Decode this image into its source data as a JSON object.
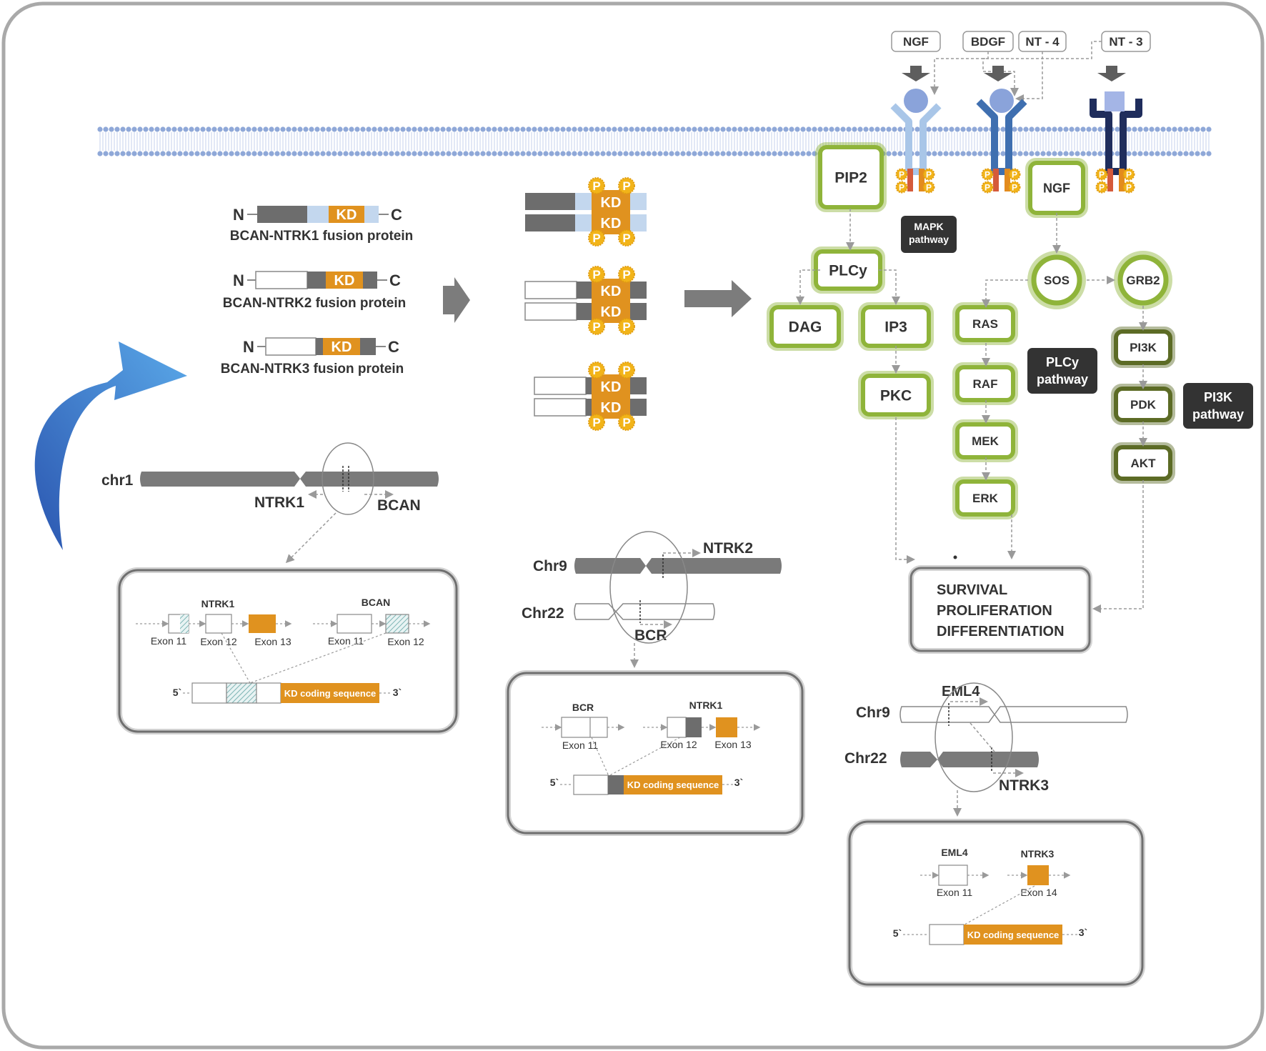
{
  "ligands": [
    "NGF",
    "BDGF",
    "NT - 4",
    "NT - 3"
  ],
  "fusion_proteins": [
    {
      "n": "N",
      "kd": "KD",
      "c": "C",
      "caption": "BCAN-NTRK1 fusion protein"
    },
    {
      "n": "N",
      "kd": "KD",
      "c": "C",
      "caption": "BCAN-NTRK2 fusion protein"
    },
    {
      "n": "N",
      "kd": "KD",
      "c": "C",
      "caption": "BCAN-NTRK3 fusion protein"
    }
  ],
  "dimer_kd": "KD",
  "phospho": "P",
  "pathway": {
    "pip2": "PIP2",
    "plcy": "PLCy",
    "dag": "DAG",
    "ip3": "IP3",
    "pkc": "PKC",
    "ngf": "NGF",
    "sos": "SOS",
    "grb2": "GRB2",
    "ras": "RAS",
    "raf": "RAF",
    "mek": "MEK",
    "erk": "ERK",
    "pi3k": "PI3K",
    "pdk": "PDK",
    "akt": "AKT",
    "mapk_pathway": [
      "MAPK",
      "pathway"
    ],
    "plcy_pathway": [
      "PLCy",
      "pathway"
    ],
    "pi3k_pathway": [
      "PI3K",
      "pathway"
    ],
    "outcome": [
      "SURVIVAL",
      "PROLIFERATION",
      "DIFFERENTIATION"
    ]
  },
  "bcan_ntrk1": {
    "chr": "chr1",
    "gene_left": "NTRK1",
    "gene_right": "BCAN",
    "box_gene_left": "NTRK1",
    "box_gene_right": "BCAN",
    "exons_left": [
      "Exon 11",
      "Exon 12",
      "Exon 13"
    ],
    "exons_right": [
      "Exon 11",
      "Exon 12"
    ],
    "five": "5`",
    "three": "3`",
    "kd_seq": "KD coding sequence"
  },
  "bcr_ntrk2": {
    "chr_top": "Chr9",
    "chr_bottom": "Chr22",
    "gene_top": "NTRK2",
    "gene_bottom": "BCR",
    "box_gene_left": "BCR",
    "box_gene_right": "NTRK1",
    "exon_left": "Exon 11",
    "exons_right": [
      "Exon 12",
      "Exon 13"
    ],
    "five": "5`",
    "three": "3`",
    "kd_seq": "KD coding sequence"
  },
  "eml4_ntrk3": {
    "chr_top": "Chr9",
    "chr_bottom": "Chr22",
    "gene_top": "EML4",
    "gene_bottom": "NTRK3",
    "box_gene_left": "EML4",
    "box_gene_right": "NTRK3",
    "exon_left": "Exon 11",
    "exon_right": "Exon 14",
    "five": "5`",
    "three": "3`",
    "kd_seq": "KD coding sequence"
  },
  "colors": {
    "orange": "#e0921f",
    "gold": "#f2b419",
    "grey": "#7a7a7a",
    "light_blue_bar": "#c3d7ee",
    "green_light": "#8fb43a",
    "green_dark": "#5c6b25",
    "box_dark": "#333333",
    "membrane": "#8fa8d8"
  }
}
